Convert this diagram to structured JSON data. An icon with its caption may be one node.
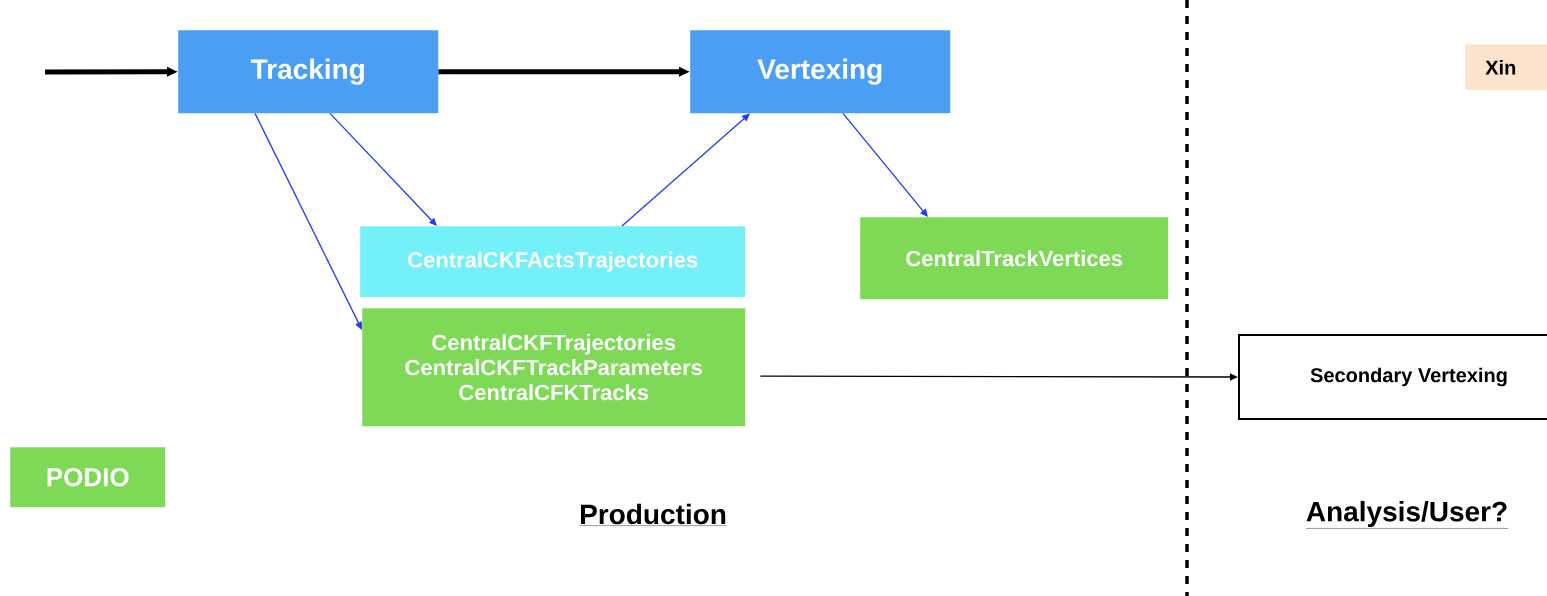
{
  "diagram": {
    "nodes": [
      {
        "text": [
          "Tracking"
        ]
      },
      {
        "text": [
          "Vertexing"
        ]
      },
      {
        "text": [
          "CentralCKFActsTrajectories"
        ]
      },
      {
        "text": [
          "CentralTrackVertices"
        ]
      },
      {
        "text": [
          "CentralCKFTrajectories",
          "CentralCKFTrackParameters",
          "CentralCFKTracks"
        ]
      },
      {
        "text": [
          "Secondary Vertexing"
        ]
      },
      {
        "text": [
          "PODIO"
        ]
      },
      {
        "text": [
          "Xin"
        ]
      }
    ],
    "edges": [
      {
        "from": null,
        "to": 0,
        "arrow": "to",
        "style": "thick",
        "color": "#000000"
      },
      {
        "from": 0,
        "to": 1,
        "arrow": "to",
        "style": "thick",
        "color": "#000000"
      },
      {
        "from": 0,
        "to": 2,
        "arrow": "to"
      },
      {
        "from": 0,
        "to": 4,
        "arrow": "to"
      },
      {
        "from": 2,
        "to": 1,
        "arrow": "to"
      },
      {
        "from": 1,
        "to": 3,
        "arrow": "to"
      },
      {
        "from": 4,
        "to": 5,
        "arrow": "to",
        "color": "#000000"
      }
    ],
    "labels": [
      "Production",
      "Analysis/User?"
    ]
  }
}
